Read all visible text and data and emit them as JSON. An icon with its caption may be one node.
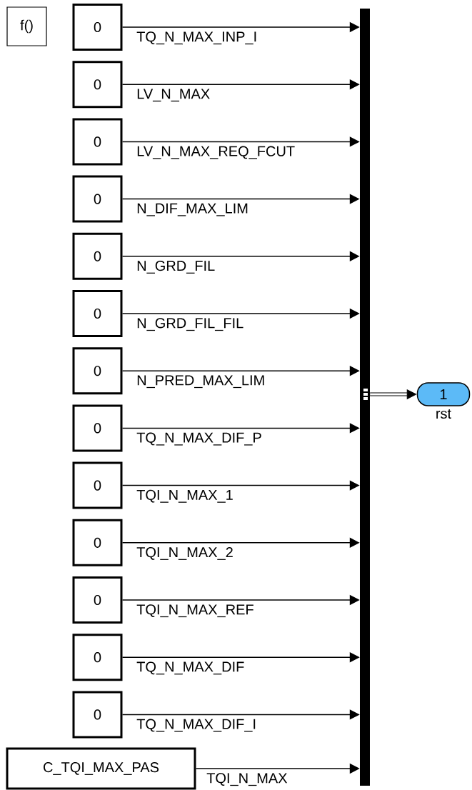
{
  "diagram": {
    "nodes": [
      {
        "text": [
          "f()"
        ]
      },
      {
        "text": [
          "0"
        ]
      },
      {
        "text": [
          "0"
        ]
      },
      {
        "text": [
          "0"
        ]
      },
      {
        "text": [
          "0"
        ]
      },
      {
        "text": [
          "0"
        ]
      },
      {
        "text": [
          "0"
        ]
      },
      {
        "text": [
          "0"
        ]
      },
      {
        "text": [
          "0"
        ]
      },
      {
        "text": [
          "0"
        ]
      },
      {
        "text": [
          "0"
        ]
      },
      {
        "text": [
          "0"
        ]
      },
      {
        "text": [
          "0"
        ]
      },
      {
        "text": [
          "0"
        ]
      },
      {
        "text": [
          "C_TQI_MAX_PAS"
        ]
      },
      {
        "text": [],
        "shape": "bar"
      },
      {
        "text": [
          "1"
        ],
        "beside": [
          "rst"
        ]
      }
    ],
    "edges": [
      {
        "from": 1,
        "to": 15,
        "arrow": "to",
        "label": "TQ_N_MAX_INP_I"
      },
      {
        "from": 2,
        "to": 15,
        "arrow": "to",
        "label": "LV_N_MAX"
      },
      {
        "from": 3,
        "to": 15,
        "arrow": "to",
        "label": "LV_N_MAX_REQ_FCUT"
      },
      {
        "from": 4,
        "to": 15,
        "arrow": "to",
        "label": "N_DIF_MAX_LIM"
      },
      {
        "from": 5,
        "to": 15,
        "arrow": "to",
        "label": "N_GRD_FIL"
      },
      {
        "from": 6,
        "to": 15,
        "arrow": "to",
        "label": "N_GRD_FIL_FIL"
      },
      {
        "from": 7,
        "to": 15,
        "arrow": "to",
        "label": "N_PRED_MAX_LIM"
      },
      {
        "from": 8,
        "to": 15,
        "arrow": "to",
        "label": "TQ_N_MAX_DIF_P"
      },
      {
        "from": 9,
        "to": 15,
        "arrow": "to",
        "label": "TQI_N_MAX_1"
      },
      {
        "from": 10,
        "to": 15,
        "arrow": "to",
        "label": "TQI_N_MAX_2"
      },
      {
        "from": 11,
        "to": 15,
        "arrow": "to",
        "label": "TQI_N_MAX_REF"
      },
      {
        "from": 12,
        "to": 15,
        "arrow": "to",
        "label": "TQ_N_MAX_DIF"
      },
      {
        "from": 13,
        "to": 15,
        "arrow": "to",
        "label": "TQ_N_MAX_DIF_I"
      },
      {
        "from": 14,
        "to": 15,
        "arrow": "to",
        "label": "TQI_N_MAX"
      },
      {
        "from": 15,
        "to": 16,
        "arrow": "to",
        "style": "thick"
      }
    ]
  }
}
